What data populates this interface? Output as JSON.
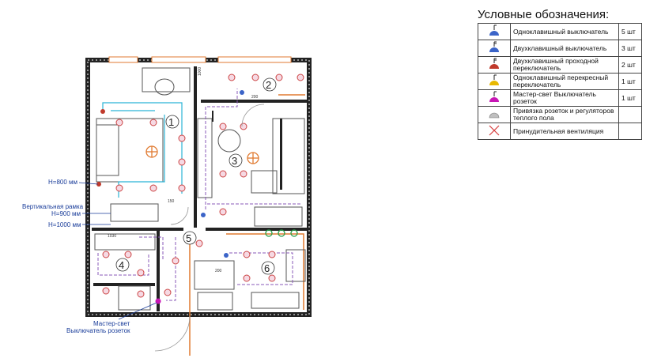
{
  "legend": {
    "title": "Условные обозначения:",
    "rows": [
      {
        "label": "Одноклавишный выключатель",
        "count": "5 шт",
        "icon": "single-switch-icon",
        "color": "#3b64c8"
      },
      {
        "label": "Двухклавишный выключатель",
        "count": "3 шт",
        "icon": "double-switch-icon",
        "color": "#3b64c8"
      },
      {
        "label": "Двухклавишный проходной переключатель",
        "count": "2 шт",
        "icon": "double-passthrough-switch-icon",
        "color": "#c0392b"
      },
      {
        "label": "Одноклавишный перекресный переключатель",
        "count": "1 шт",
        "icon": "cross-switch-icon",
        "color": "#e8b800"
      },
      {
        "label": "Мастер-свет Выключатель розеток",
        "count": "1 шт",
        "icon": "master-light-switch-icon",
        "color": "#c817b5"
      },
      {
        "label": "Привязка розеток и регуляторов теплого пола",
        "count": "",
        "icon": "socket-binding-icon",
        "color": "#bfbfbf"
      },
      {
        "label": "Принудительная вентиляция",
        "count": "",
        "icon": "ventilation-icon",
        "color": "#d63a3a"
      }
    ]
  },
  "annotations": {
    "h800": "Н=800 мм",
    "vertical_frame": "Вертикальная рамка",
    "h900": "Н=900 мм",
    "h1000": "Н=1000 мм",
    "master_line1": "Мастер-свет",
    "master_line2": "Выключатель розеток"
  },
  "rooms": [
    "1",
    "2",
    "3",
    "4",
    "5",
    "6"
  ],
  "dimensions": {
    "d200a": "200",
    "d200b": "200",
    "d150": "150",
    "d1030": "1030",
    "d1000": "1000"
  }
}
